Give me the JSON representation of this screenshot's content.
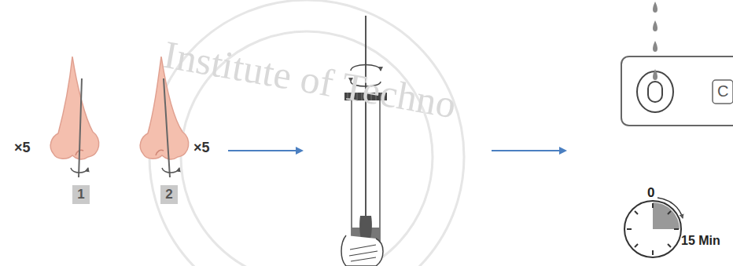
{
  "diagram": {
    "nodes": [
      {
        "text": [
          "1"
        ]
      },
      {
        "text": [
          "2"
        ]
      }
    ],
    "labels": [
      "×5",
      "×5",
      "0",
      "15 Min",
      "C",
      "Institute of Techno"
    ]
  }
}
